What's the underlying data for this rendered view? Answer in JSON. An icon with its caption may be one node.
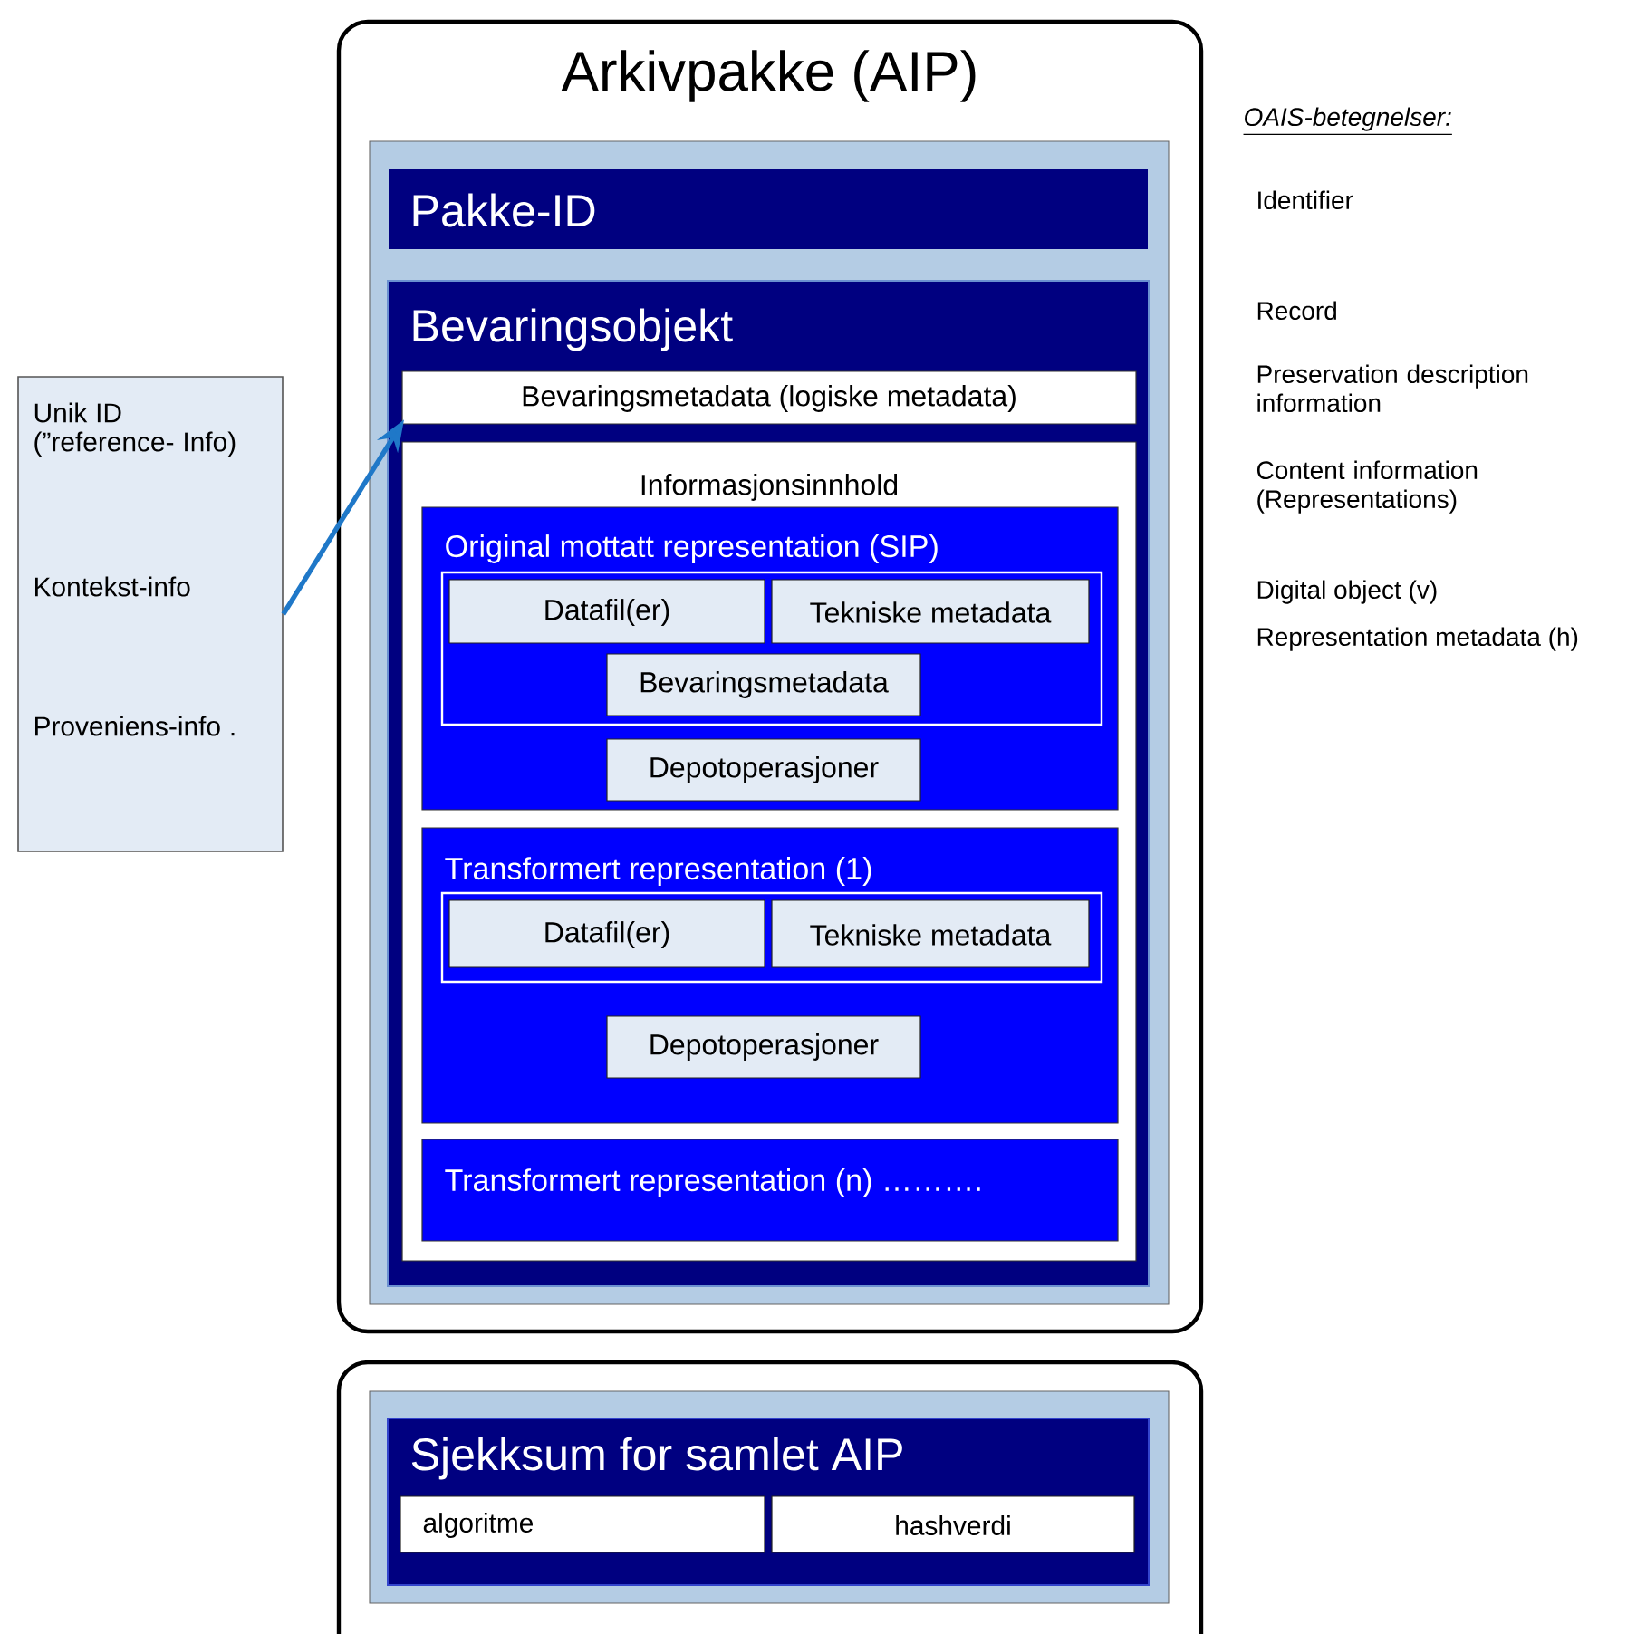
{
  "diagram": {
    "nodes": [
      {
        "text": [
          "Arkivpakke (AIP)"
        ]
      },
      {
        "text": [
          "Pakke-ID"
        ],
        "in": 0
      },
      {
        "text": [
          "Bevaringsobjekt"
        ],
        "in": 0
      },
      {
        "text": [
          "Bevaringsmetadata (logiske metadata)"
        ],
        "in": 2
      },
      {
        "text": [
          "Informasjonsinnhold"
        ],
        "in": 2
      },
      {
        "text": [
          "Original mottatt representation (SIP)"
        ],
        "in": 4
      },
      {
        "text": [],
        "shape": "box",
        "in": 5
      },
      {
        "text": [
          "Datafil(er)"
        ],
        "in": 6
      },
      {
        "text": [
          "Tekniske metadata"
        ],
        "in": 6
      },
      {
        "text": [
          "Bevaringsmetadata"
        ],
        "in": 6
      },
      {
        "text": [
          "Depotoperasjoner"
        ],
        "in": 5
      },
      {
        "text": [
          "Transformert representation (1)"
        ],
        "in": 4
      },
      {
        "text": [],
        "shape": "box",
        "in": 11
      },
      {
        "text": [
          "Datafil(er)"
        ],
        "in": 12
      },
      {
        "text": [
          "Tekniske metadata"
        ],
        "in": 12
      },
      {
        "text": [
          "Depotoperasjoner"
        ],
        "in": 11
      },
      {
        "text": [
          "Transformert representation (n) ………."
        ],
        "in": 4
      },
      {
        "text": [
          "Unik ID (”reference- Info)",
          "Kontekst-info",
          "Proveniens-info ."
        ]
      },
      {
        "text": [],
        "shape": "box"
      },
      {
        "text": [
          "Sjekksum for samlet AIP"
        ],
        "in": 18
      },
      {
        "text": [
          "algoritme"
        ],
        "in": 19
      },
      {
        "text": [
          "hashverdi"
        ],
        "in": 19
      }
    ],
    "edges": [
      {
        "from": 17,
        "to": 3,
        "arrow": "to"
      }
    ],
    "labels": [
      "OAIS-betegnelser:",
      "Identifier",
      "Record",
      "Preservation description information",
      "Content information (Representations)",
      "Digital object (v)",
      "Representation metadata (h)"
    ]
  }
}
